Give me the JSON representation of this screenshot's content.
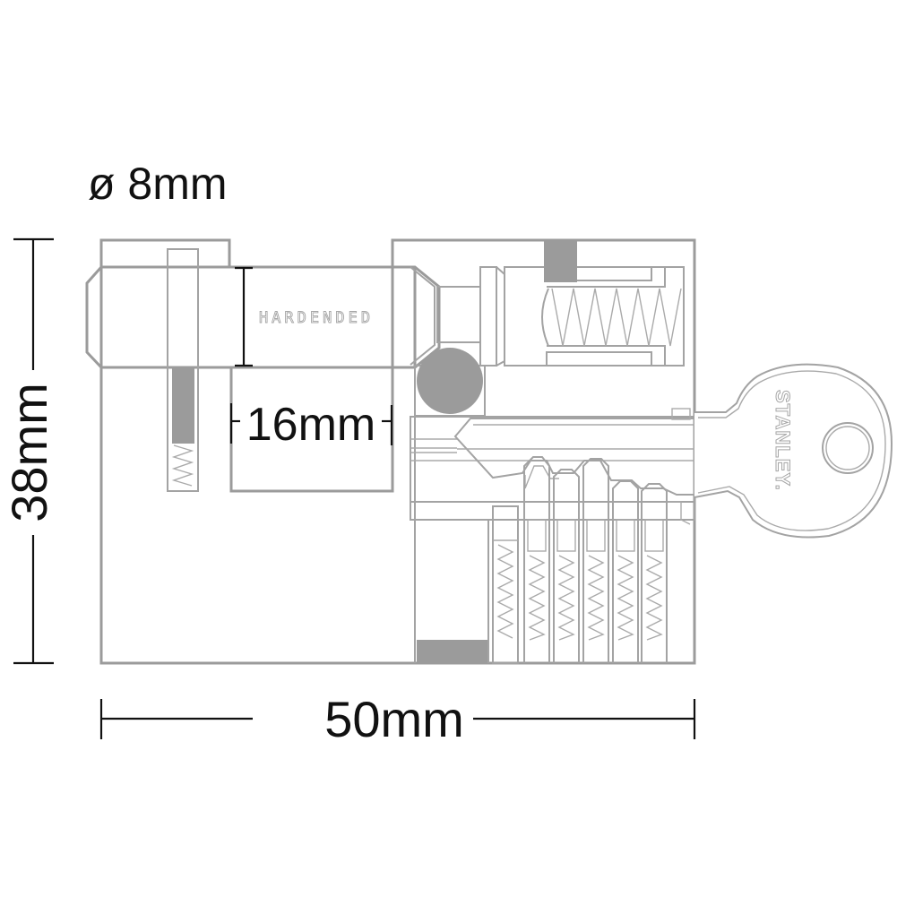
{
  "diagram": {
    "subject": "Padlock cross-section with key",
    "dimensions": {
      "shackle_diameter": "ø 8mm",
      "shackle_clearance": "16mm",
      "body_height": "38mm",
      "body_width": "50mm"
    },
    "engravings": {
      "shackle": "HARDENDED",
      "key_brand": "STANLEY."
    },
    "components": {
      "pin_count": 6,
      "locking_ball": "ball bearing",
      "springs": [
        "shackle spring",
        "plunger spring",
        "pin springs"
      ]
    },
    "colors": {
      "outline": "#9b9b9b",
      "fill_gray": "#9b9b9b",
      "dimension": "#111111",
      "background": "#ffffff"
    }
  }
}
